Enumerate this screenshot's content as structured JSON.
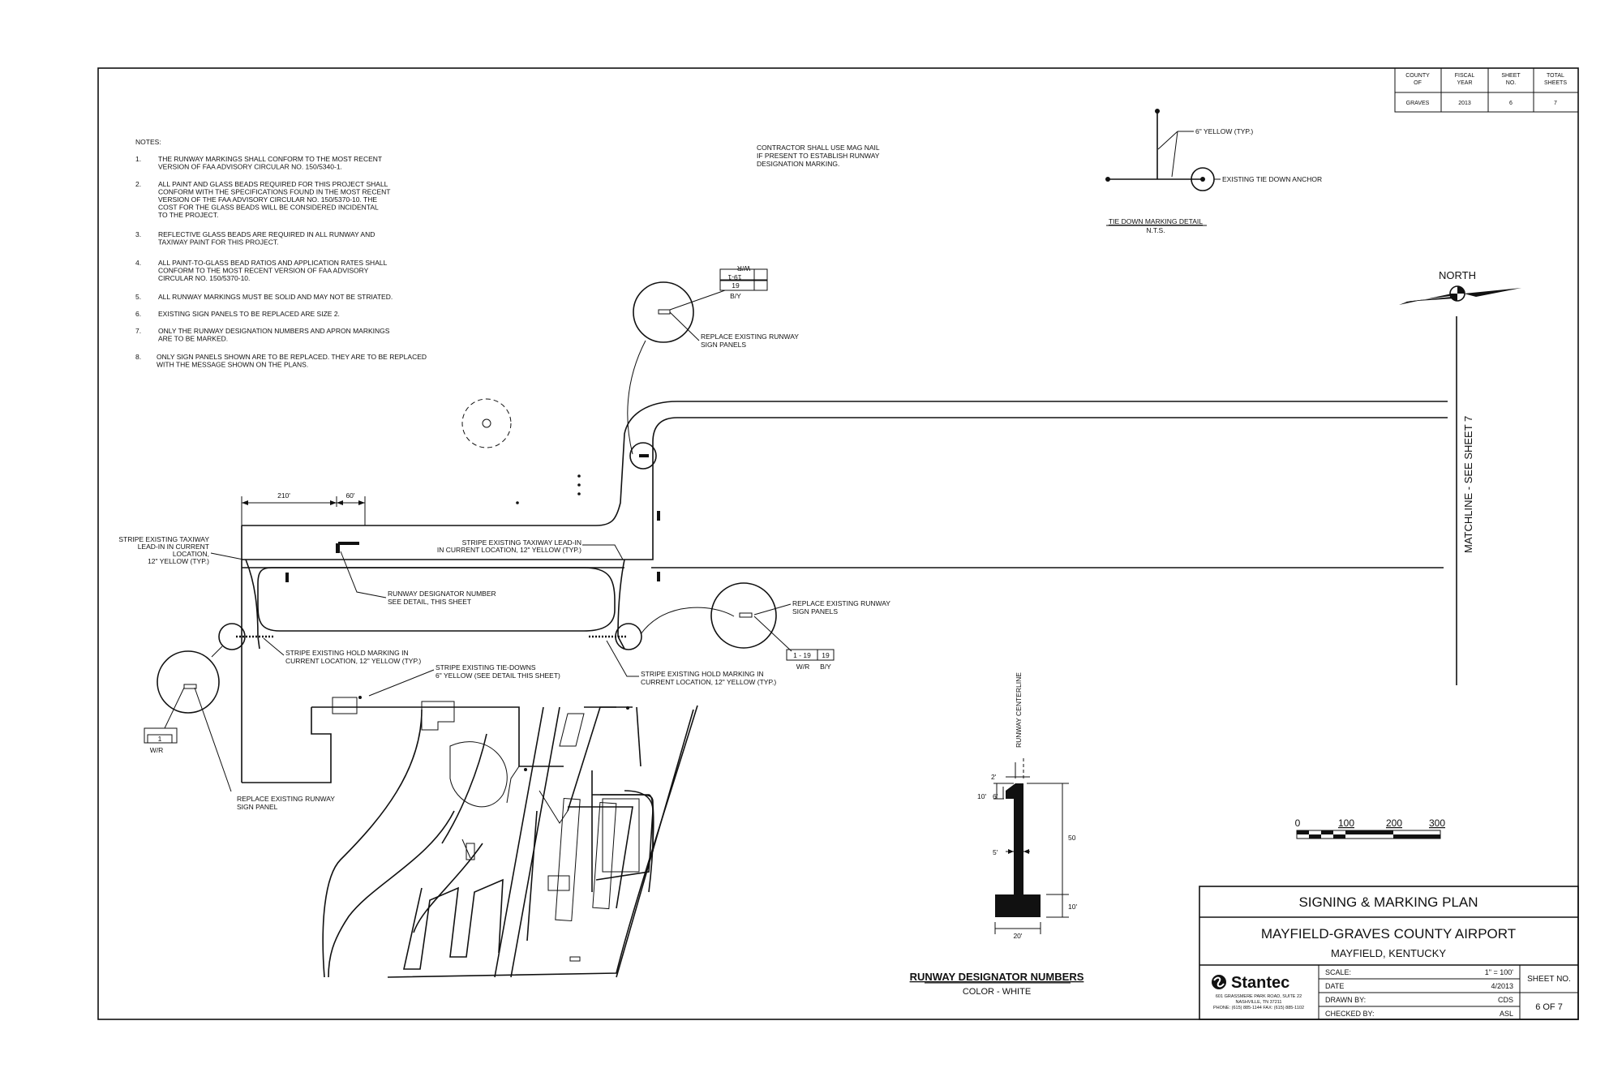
{
  "header_table": {
    "headers": [
      "COUNTY OF",
      "FISCAL YEAR",
      "SHEET NO.",
      "TOTAL SHEETS"
    ],
    "values": [
      "GRAVES",
      "2013",
      "6",
      "7"
    ]
  },
  "notes": {
    "title": "NOTES:",
    "items": [
      {
        "num": "1.",
        "lines": [
          "THE RUNWAY MARKINGS SHALL CONFORM TO THE MOST RECENT",
          "VERSION OF FAA ADVISORY CIRCULAR NO. 150/5340-1."
        ]
      },
      {
        "num": "2.",
        "lines": [
          "ALL PAINT AND GLASS BEADS REQUIRED FOR THIS PROJECT SHALL",
          "CONFORM WITH THE SPECIFICATIONS FOUND IN THE MOST RECENT",
          "VERSION OF THE FAA ADVISORY CIRCULAR NO. 150/5370-10. THE",
          "COST FOR THE GLASS BEADS WILL BE CONSIDERED INCIDENTAL",
          "TO THE PROJECT."
        ]
      },
      {
        "num": "3.",
        "lines": [
          "REFLECTIVE GLASS BEADS ARE REQUIRED IN ALL RUNWAY AND",
          "TAXIWAY PAINT FOR THIS PROJECT."
        ]
      },
      {
        "num": "4.",
        "lines": [
          "ALL PAINT-TO-GLASS BEAD RATIOS AND APPLICATION RATES SHALL",
          "CONFORM TO THE MOST RECENT VERSION OF FAA ADVISORY",
          "CIRCULAR NO. 150/5370-10."
        ]
      },
      {
        "num": "5.",
        "lines": [
          "ALL RUNWAY MARKINGS MUST BE SOLID AND MAY NOT BE STRIATED."
        ]
      },
      {
        "num": "6.",
        "lines": [
          "EXISTING SIGN PANELS TO BE REPLACED ARE SIZE 2."
        ]
      },
      {
        "num": "7.",
        "lines": [
          "ONLY THE RUNWAY DESIGNATION NUMBERS AND APRON MARKINGS",
          "ARE TO BE MARKED."
        ]
      },
      {
        "num": "8.",
        "lines": [
          "ONLY SIGN PANELS SHOWN ARE TO BE REPLACED. THEY ARE TO BE REPLACED",
          "WITH THE MESSAGE SHOWN ON THE PLANS."
        ]
      }
    ]
  },
  "contractor_note": [
    "CONTRACTOR SHALL USE MAG NAIL",
    "IF PRESENT TO ESTABLISH RUNWAY",
    "DESIGNATION MARKING."
  ],
  "tiedown_detail": {
    "callout_yellow": "6\" YELLOW (TYP.)",
    "callout_anchor": "EXISTING TIE DOWN ANCHOR",
    "title": "TIE DOWN MARKING DETAIL",
    "subtitle": "N.T.S."
  },
  "north_label": "NORTH",
  "matchline": "MATCHLINE - SEE SHEET 7",
  "dims": {
    "d210": "210'",
    "d60": "60'"
  },
  "callouts": {
    "taxiway_left": [
      "STRIPE EXISTING TAXIWAY",
      "LEAD-IN IN CURRENT",
      "LOCATION,",
      "12\" YELLOW (TYP.)"
    ],
    "taxiway_mid": [
      "STRIPE EXISTING TAXIWAY LEAD-IN",
      "IN CURRENT LOCATION, 12\" YELLOW (TYP.)"
    ],
    "designator": [
      "RUNWAY DESIGNATOR NUMBER",
      "SEE DETAIL, THIS SHEET"
    ],
    "replace_top": [
      "REPLACE EXISTING RUNWAY",
      "SIGN PANELS"
    ],
    "replace_right": [
      "REPLACE EXISTING RUNWAY",
      "SIGN PANELS"
    ],
    "replace_left": [
      "REPLACE EXISTING RUNWAY",
      "SIGN PANEL"
    ],
    "hold_left": [
      "STRIPE EXISTING HOLD MARKING IN",
      "CURRENT LOCATION, 12\" YELLOW (TYP.)"
    ],
    "hold_right": [
      "STRIPE EXISTING HOLD MARKING IN",
      "CURRENT LOCATION, 12\" YELLOW (TYP.)"
    ],
    "tiedowns": [
      "STRIPE EXISTING TIE-DOWNS",
      "6\" YELLOW (SEE DETAIL THIS SHEET)"
    ]
  },
  "signs": {
    "top": {
      "a": "19-1",
      "b": "19",
      "mirrored_label": "W/R",
      "under": "B/Y"
    },
    "right": {
      "a": "1 - 19",
      "b": "19",
      "under_a": "W/R",
      "under_b": "B/Y"
    },
    "left": {
      "a": "1",
      "under": "W/R"
    }
  },
  "designator_detail": {
    "centerline": "RUNWAY CENTERLINE",
    "d2": "2'",
    "d10": "10'",
    "d6": "6'",
    "d5": "5'",
    "d50": "50",
    "d10b": "10'",
    "d20": "20'",
    "title": "RUNWAY DESIGNATOR NUMBERS",
    "subtitle": "COLOR - WHITE"
  },
  "scale_bar": {
    "labels": [
      "0",
      "100",
      "200",
      "300"
    ]
  },
  "title_block": {
    "title": "SIGNING & MARKING PLAN",
    "project": "MAYFIELD-GRAVES COUNTY AIRPORT",
    "location": "MAYFIELD, KENTUCKY",
    "company": "Stantec",
    "company_address": [
      "601 GRASSMERE PARK ROAD, SUITE 22",
      "NASHVILLE, TN 37211",
      "PHONE: (615) 885-1144   FAX: (615) 885-1102"
    ],
    "rows": [
      {
        "label": "SCALE:",
        "value": "1\" = 100'"
      },
      {
        "label": "DATE",
        "value": "4/2013"
      },
      {
        "label": "DRAWN BY:",
        "value": "CDS"
      },
      {
        "label": "CHECKED BY:",
        "value": "ASL"
      }
    ],
    "sheet_label": "SHEET NO.",
    "sheet_value": "6 OF 7"
  }
}
